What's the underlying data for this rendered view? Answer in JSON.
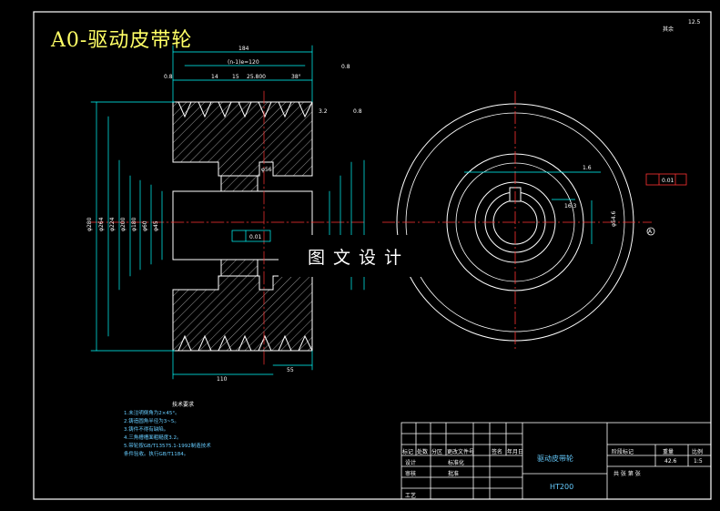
{
  "drawing": {
    "title": "A0-驱动皮带轮",
    "watermark": "图文设计",
    "corner_mark": "其余",
    "corner_value": "12.5",
    "datum_label": "A"
  },
  "front_view": {
    "dims_top": [
      "184",
      "(n-1)e=120",
      "14",
      "15",
      "25.800",
      "38°",
      "0.8"
    ],
    "dims_side": [
      "0.8",
      "3.2",
      "0.8"
    ],
    "dims_left": [
      "φ280",
      "φ264",
      "φ224",
      "φ200",
      "φ180",
      "φ60",
      "φ45"
    ],
    "dims_bottom": [
      "110",
      "55"
    ],
    "tolerance": "0.01",
    "bore": "φ56"
  },
  "side_view": {
    "key_width": "16.3",
    "runout": "0.01",
    "roughness": "1.6",
    "diam": "φ54.6"
  },
  "tech_notes": {
    "heading": "技术要求",
    "lines": [
      "1.未注明倒角为2×45°。",
      "2.铸造圆角半径为3~5。",
      "3.铸件不得有缺陷。",
      "4.三角槽槽面粗糙度3.2。",
      "5.带轮按GB/T13575.1-1992制造技术",
      "条件验收。执行GB/T1184。"
    ]
  },
  "title_block": {
    "part_name": "驱动皮带轮",
    "material": "HT200",
    "row_labels": [
      "标记",
      "处数",
      "分区",
      "更改文件号",
      "签名",
      "年月日"
    ],
    "left_labels": [
      "设计",
      "审核",
      "工艺",
      "标准化",
      "批准"
    ],
    "stage_label": "阶段标记",
    "weight_label": "重量",
    "scale_label": "比例",
    "scale_value": "1:5",
    "sheet_label": "共 张 第 张",
    "weight_value": "42.6"
  }
}
